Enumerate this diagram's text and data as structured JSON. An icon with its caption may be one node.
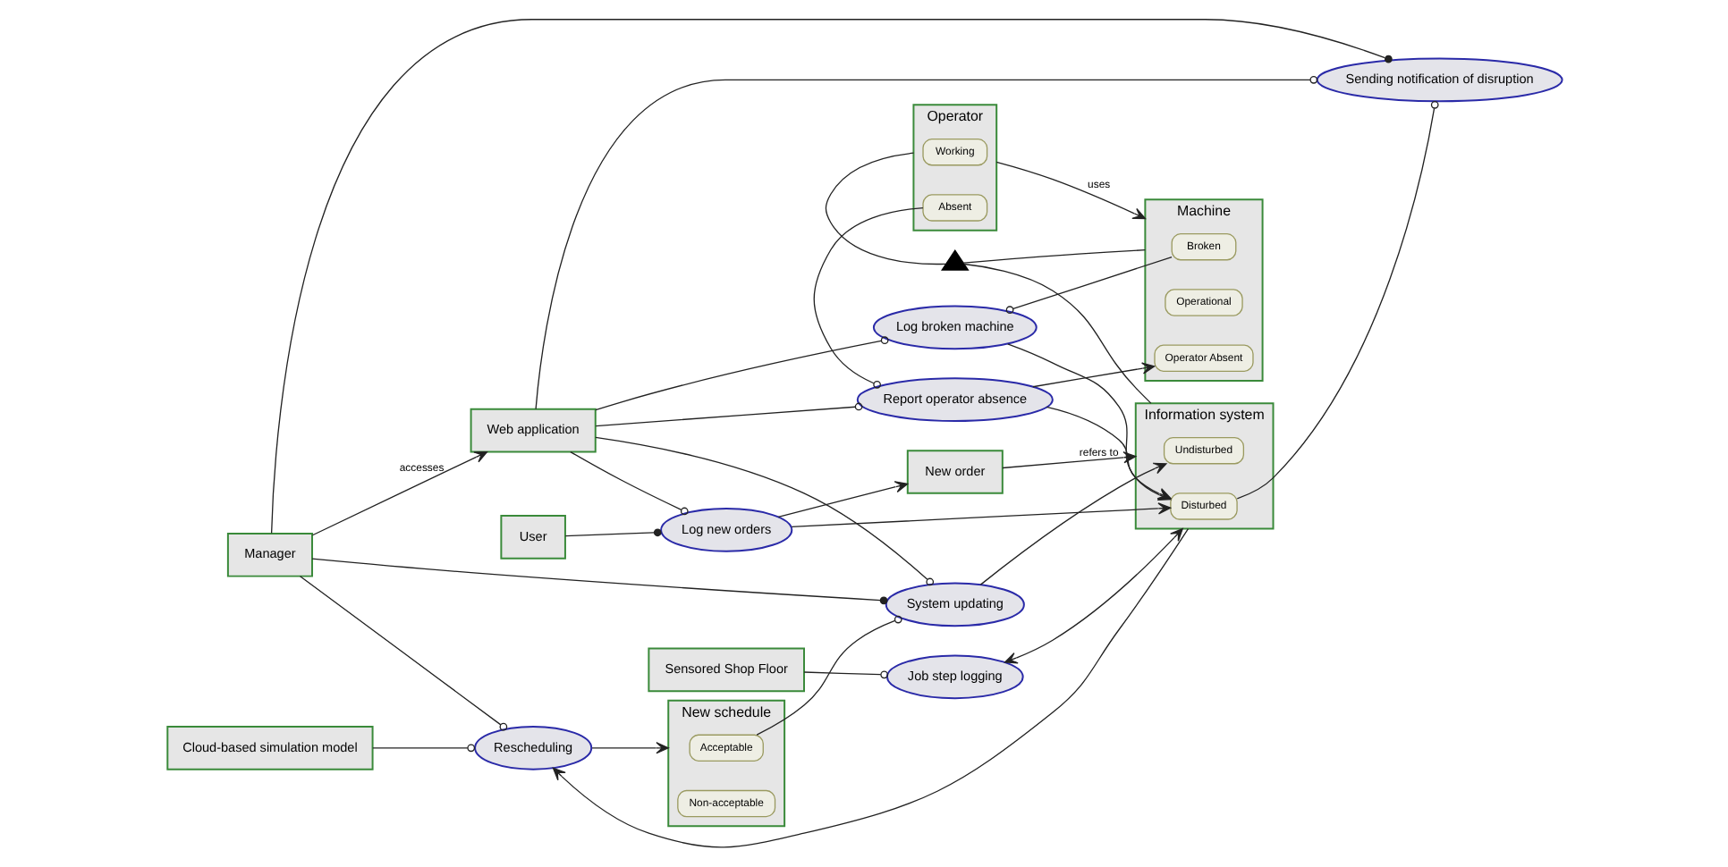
{
  "diagram": {
    "nodes": [
      {
        "text": [
          "User"
        ]
      },
      {
        "text": [
          "Log new orders"
        ]
      },
      {
        "text": [
          "New order"
        ]
      },
      {
        "text": [
          "Information system"
        ]
      },
      {
        "text": [
          "Undisturbed"
        ],
        "in": 3
      },
      {
        "text": [
          "Disturbed"
        ],
        "in": 3
      },
      {
        "text": [
          "Rescheduling"
        ]
      },
      {
        "text": [
          "Cloud-based simulation model"
        ]
      },
      {
        "text": [
          "Sensored Shop Floor"
        ]
      },
      {
        "text": [
          "Job step logging"
        ]
      },
      {
        "text": [
          "System updating"
        ]
      },
      {
        "text": [
          "New schedule"
        ]
      },
      {
        "text": [
          "Acceptable"
        ],
        "in": 11
      },
      {
        "text": [
          "Non-acceptable"
        ],
        "in": 11
      },
      {
        "text": [
          "Log broken machine"
        ]
      },
      {
        "text": [
          "Machine"
        ]
      },
      {
        "text": [
          "Broken"
        ],
        "in": 15
      },
      {
        "text": [
          "Operational"
        ],
        "in": 15
      },
      {
        "text": [
          "Operator Absent"
        ],
        "in": 15
      },
      {
        "text": [
          "Sending notification of disruption"
        ]
      },
      {
        "text": [
          "Manager"
        ]
      },
      {
        "text": [
          "Operator"
        ]
      },
      {
        "text": [
          "Working"
        ],
        "in": 21
      },
      {
        "text": [
          "Absent"
        ],
        "in": 21
      },
      {
        "text": [
          "Report operator absence"
        ]
      },
      {
        "text": [
          "Web application"
        ]
      },
      {
        "text": [],
        "shape": "triangle"
      }
    ],
    "edges": [
      {
        "from": 0,
        "to": 1,
        "arrow": "other"
      },
      {
        "from": 1,
        "to": 2,
        "arrow": "to"
      },
      {
        "from": 2,
        "to": 3,
        "arrow": "to",
        "label": "refers to"
      },
      {
        "from": 25,
        "to": 1,
        "arrow": "other"
      },
      {
        "from": 1,
        "to": 5,
        "arrow": "to"
      },
      {
        "from": 3,
        "to": 6,
        "arrow": "to"
      },
      {
        "from": 7,
        "to": 6,
        "arrow": "other"
      },
      {
        "from": 6,
        "to": 11,
        "arrow": "to"
      },
      {
        "from": 20,
        "to": 6,
        "arrow": "other"
      },
      {
        "from": 8,
        "to": 9,
        "arrow": "other"
      },
      {
        "from": 9,
        "to": 3,
        "arrow": "both"
      },
      {
        "from": 10,
        "to": 4,
        "arrow": "to"
      },
      {
        "from": 12,
        "to": 10,
        "arrow": "other"
      },
      {
        "from": 20,
        "to": 10,
        "arrow": "other"
      },
      {
        "from": 25,
        "to": 10,
        "arrow": "other"
      },
      {
        "from": 14,
        "to": 5,
        "arrow": "to"
      },
      {
        "from": 16,
        "to": 14,
        "arrow": "other"
      },
      {
        "from": 25,
        "to": 14,
        "arrow": "other"
      },
      {
        "from": 5,
        "to": 19,
        "arrow": "other"
      },
      {
        "from": 20,
        "to": 19,
        "arrow": "other"
      },
      {
        "from": 25,
        "to": 19,
        "arrow": "other"
      },
      {
        "from": 20,
        "to": 25,
        "arrow": "to",
        "label": "accesses"
      },
      {
        "from": 21,
        "to": 15,
        "arrow": "to",
        "label": "uses"
      },
      {
        "from": 24,
        "to": 18,
        "arrow": "to"
      },
      {
        "from": 24,
        "to": 5,
        "arrow": "to"
      },
      {
        "from": 23,
        "to": 24,
        "arrow": "other"
      },
      {
        "from": 25,
        "to": 24,
        "arrow": "other"
      },
      {
        "from": 3,
        "to": 26,
        "arrow": "none"
      },
      {
        "from": 26,
        "to": 15,
        "arrow": "none"
      },
      {
        "from": 26,
        "to": 21,
        "arrow": "none"
      }
    ]
  }
}
